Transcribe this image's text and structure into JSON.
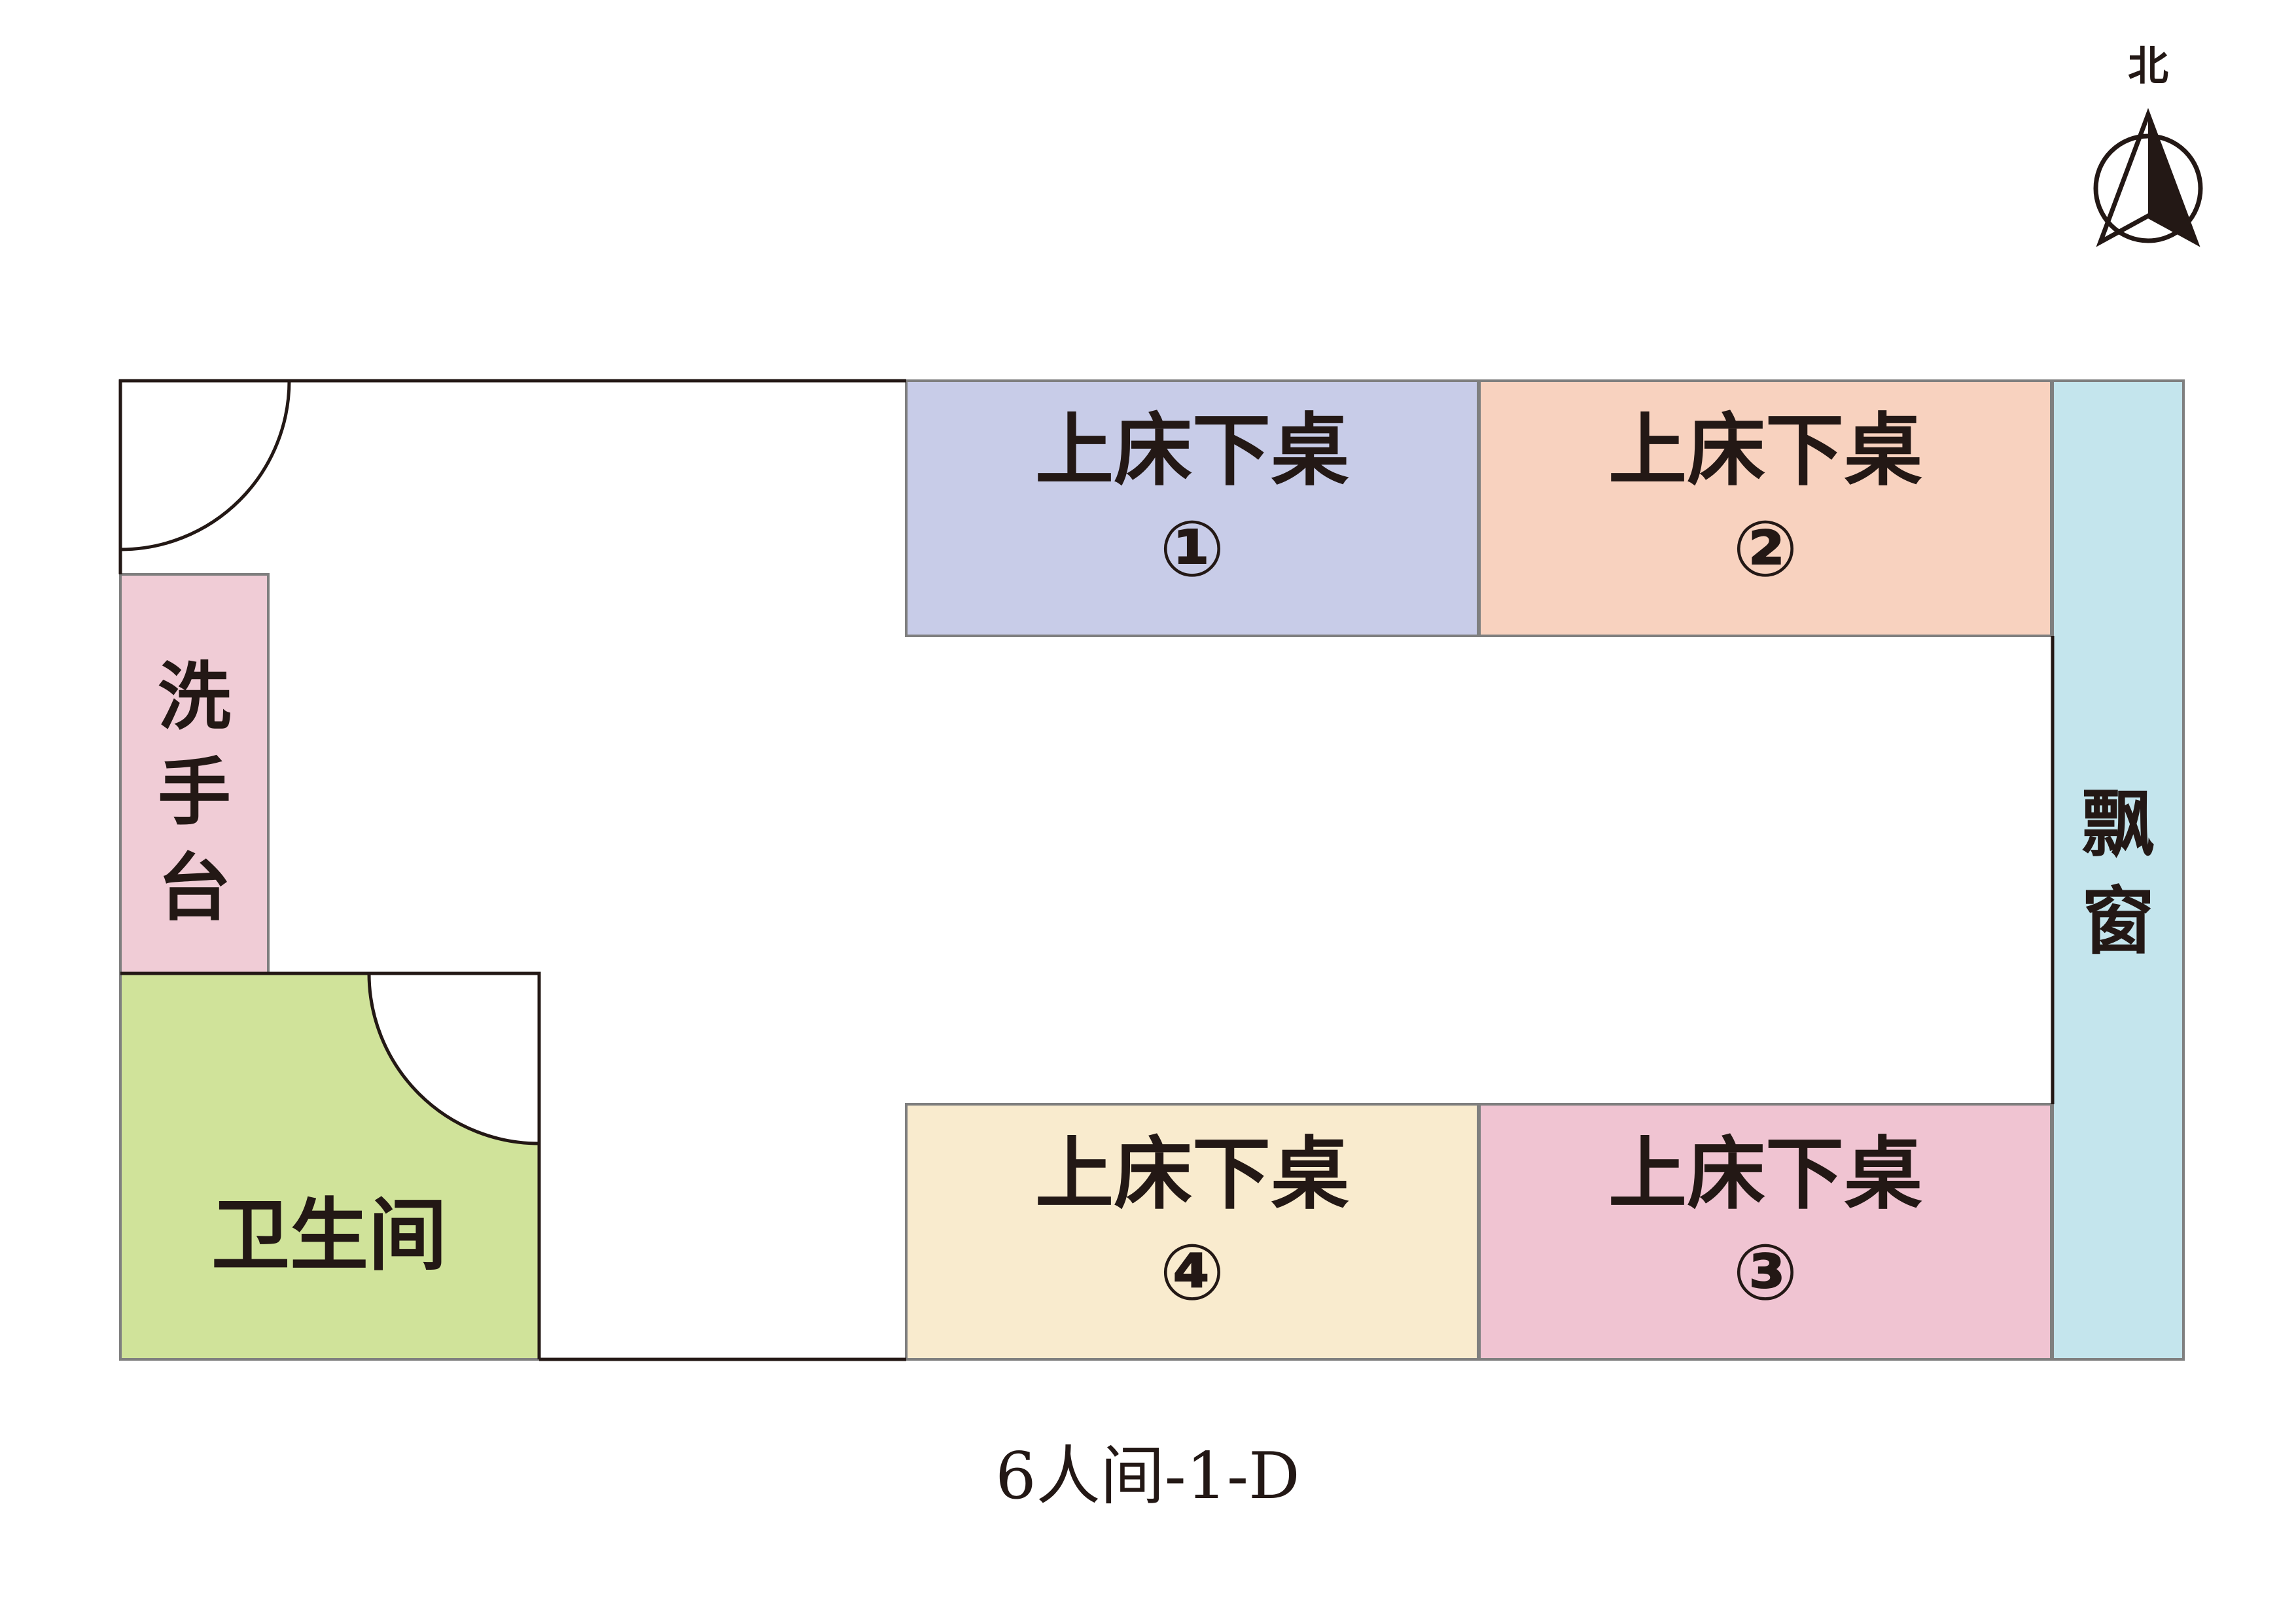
{
  "compass": {
    "label": "北"
  },
  "zones": {
    "bed1": {
      "title": "上床下桌",
      "number": "①",
      "color": "#c8cce8"
    },
    "bed2": {
      "title": "上床下桌",
      "number": "②",
      "color": "#f8d2bf"
    },
    "bed3": {
      "title": "上床下桌",
      "number": "③",
      "color": "#f0c4d2"
    },
    "bed4": {
      "title": "上床下桌",
      "number": "④",
      "color": "#f9ebce"
    },
    "sink": {
      "line1": "洗",
      "line2": "手",
      "line3": "台",
      "color": "#f0ccd6"
    },
    "bathroom": {
      "label": "卫生间",
      "color": "#d0e39a"
    },
    "bay_window": {
      "line1": "飘",
      "line2": "窗",
      "color": "#c4e5ed"
    }
  },
  "caption": "6人间-1-D"
}
